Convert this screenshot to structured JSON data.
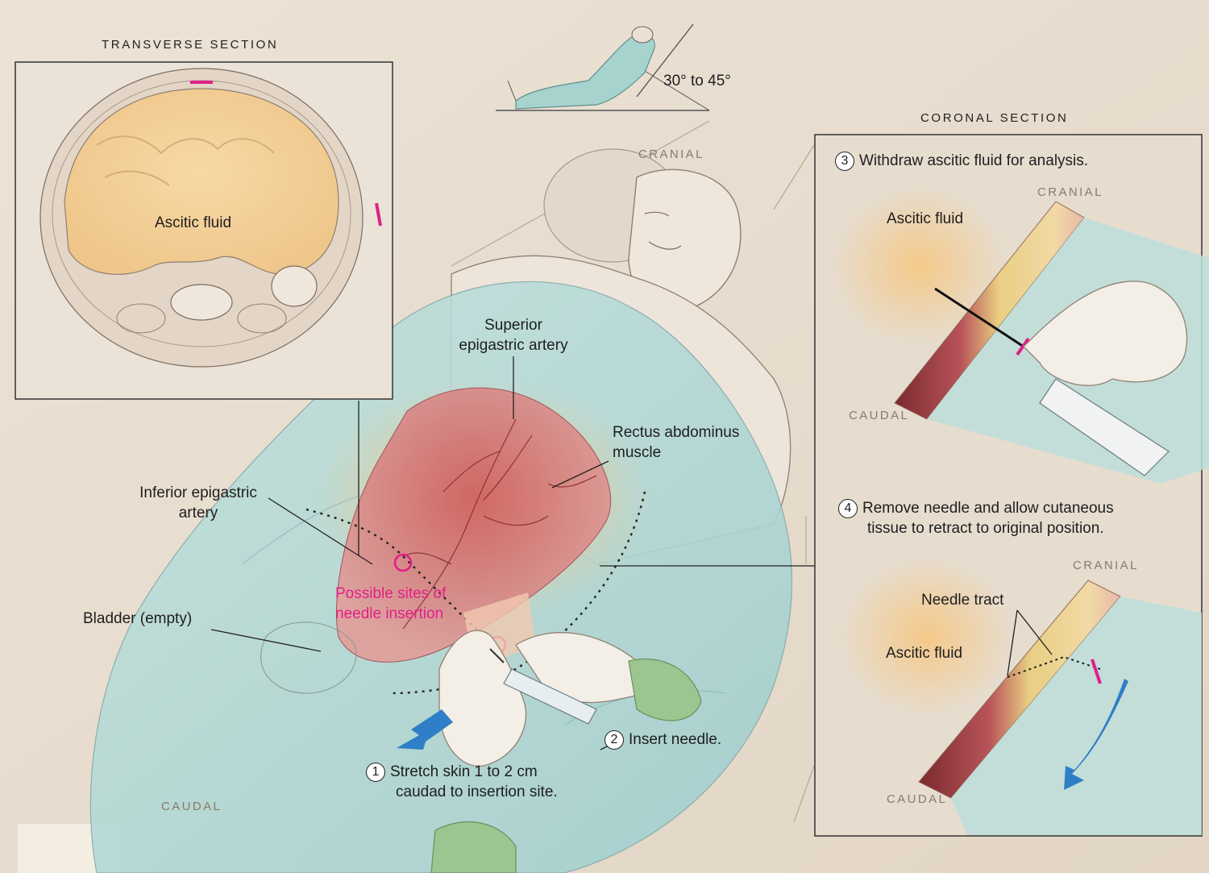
{
  "transverse": {
    "title": "TRANSVERSE SECTION",
    "ascitic_fluid": "Ascitic fluid"
  },
  "position": {
    "angle": "30° to 45°"
  },
  "main": {
    "cranial": "CRANIAL",
    "caudal": "CAUDAL",
    "superior_line1": "Superior",
    "superior_line2": "epigastric artery",
    "rectus_line1": "Rectus abdominus",
    "rectus_line2": "muscle",
    "inferior_line1": "Inferior epigastric",
    "inferior_line2": "artery",
    "possible_line1": "Possible sites of",
    "possible_line2": "needle insertion",
    "bladder": "Bladder (empty)",
    "step1_num": "1",
    "step1_line1": "Stretch skin 1 to 2 cm",
    "step1_line2": "caudad to insertion site.",
    "step2_num": "2",
    "step2_text": "Insert needle."
  },
  "coronal": {
    "title": "CORONAL SECTION",
    "step3_num": "3",
    "step3_text": "Withdraw ascitic fluid for analysis.",
    "cranial_top": "CRANIAL",
    "ascitic_top": "Ascitic fluid",
    "caudal_top": "CAUDAL",
    "step4_num": "4",
    "step4_line1": "Remove needle and allow cutaneous",
    "step4_line2": "tissue to retract to original position.",
    "cranial_bottom": "CRANIAL",
    "needle_tract": "Needle tract",
    "ascitic_bottom": "Ascitic fluid",
    "caudal_bottom": "CAUDAL"
  },
  "colors": {
    "marker": "#e0208a",
    "arrow": "#2f7fc8",
    "drape": "#a9d3d2",
    "muscle": "#c0585e",
    "fluid": "#f2c98e"
  }
}
